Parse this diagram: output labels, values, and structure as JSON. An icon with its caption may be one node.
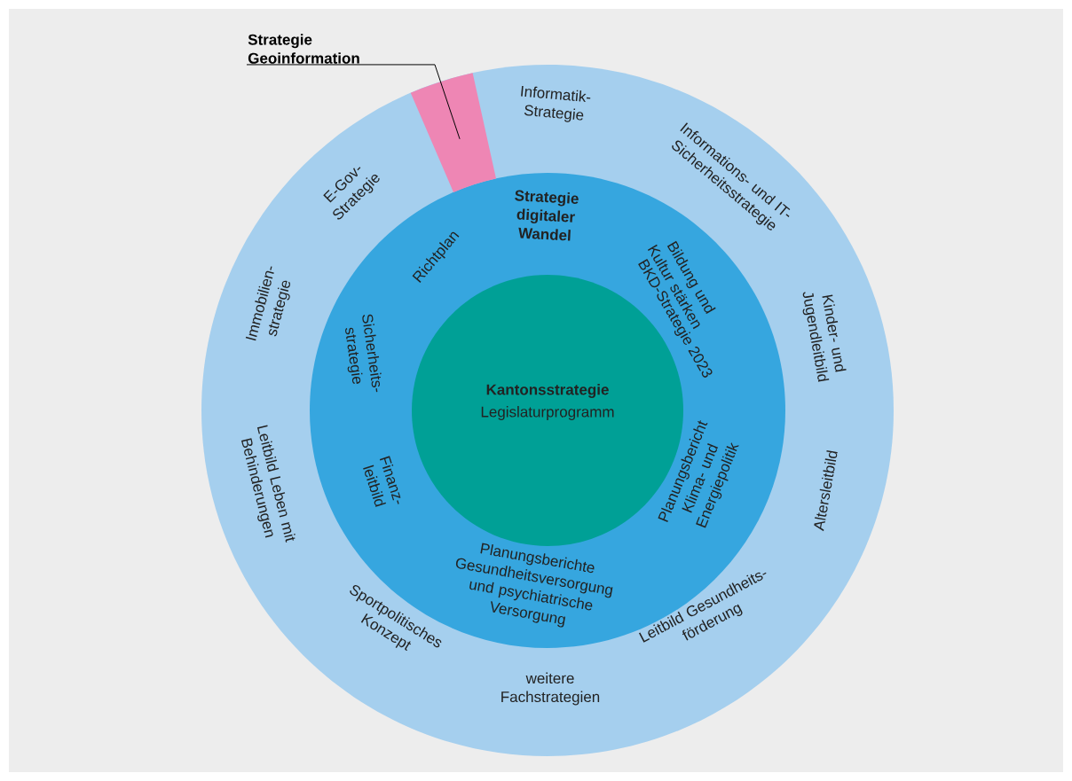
{
  "diagram": {
    "nodes": [
      {
        "text": [
          "Informatik- Strategie",
          "Informations- und IT- Sicherheitsstrategie",
          "Kinder- und Jugendleitbild",
          "Altersleitbild",
          "Leitbild Gesundheits- förderung",
          "weitere Fachstrategien",
          "Sportpolitisches Konzept",
          "Leitbild Leben mit Behinderungen",
          "Immobilien- strategie",
          "E-Gov- Strategie"
        ]
      },
      {
        "text": [
          "Strategie digitaler Wandel",
          "Bildung und Kultur stärken",
          "BKD-Strategie 2023",
          "Planungsbericht Klima- und Energiepolitik",
          "Planungsberichte Gesundheitsversorgung und psychiatrische Versorgung",
          "Finanz- leitbild",
          "Sicherheits- strategie",
          "Richtplan"
        ],
        "in": 0
      },
      {
        "text": [
          "Kantonsstrategie",
          "Legislaturprogramm"
        ],
        "in": 1
      },
      {
        "text": [
          "Strategie Geoinformation"
        ]
      },
      {
        "text": [],
        "shape": "wedge",
        "in": 0
      }
    ],
    "edges": [
      {
        "from": 3,
        "to": 4,
        "arrow": "none"
      }
    ]
  }
}
